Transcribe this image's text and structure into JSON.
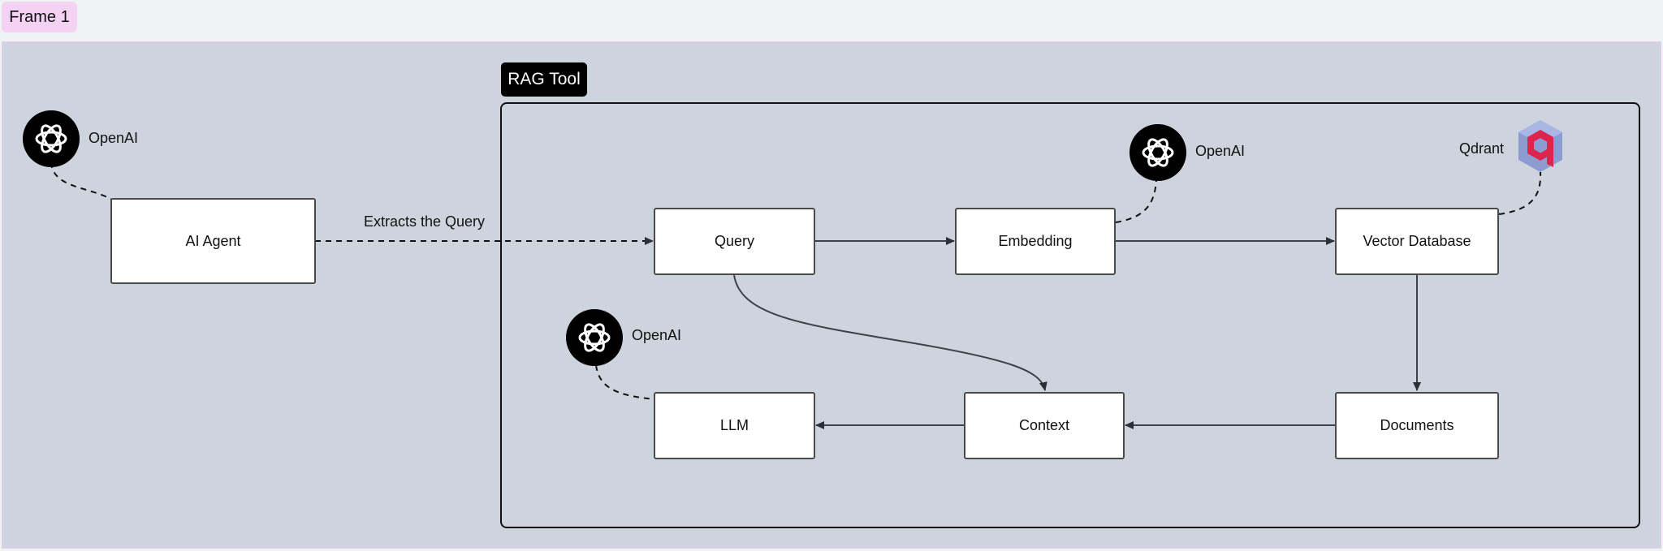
{
  "frame": {
    "title": "Frame 1"
  },
  "group": {
    "title": "RAG Tool"
  },
  "nodes": {
    "ai_agent": "AI Agent",
    "query": "Query",
    "embedding": "Embedding",
    "vector_db": "Vector Database",
    "documents": "Documents",
    "context": "Context",
    "llm": "LLM"
  },
  "logos": {
    "agent_provider": "OpenAI",
    "embedding_provider": "OpenAI",
    "llm_provider": "OpenAI",
    "vector_provider": "Qdrant"
  },
  "edges": {
    "agent_to_query": "Extracts the Query"
  },
  "colors": {
    "frame_bg": "#ced4dd",
    "frame_tab": "#f4d2f4",
    "qdrant_red": "#dc244c",
    "qdrant_blue": "#8c9bd1"
  }
}
